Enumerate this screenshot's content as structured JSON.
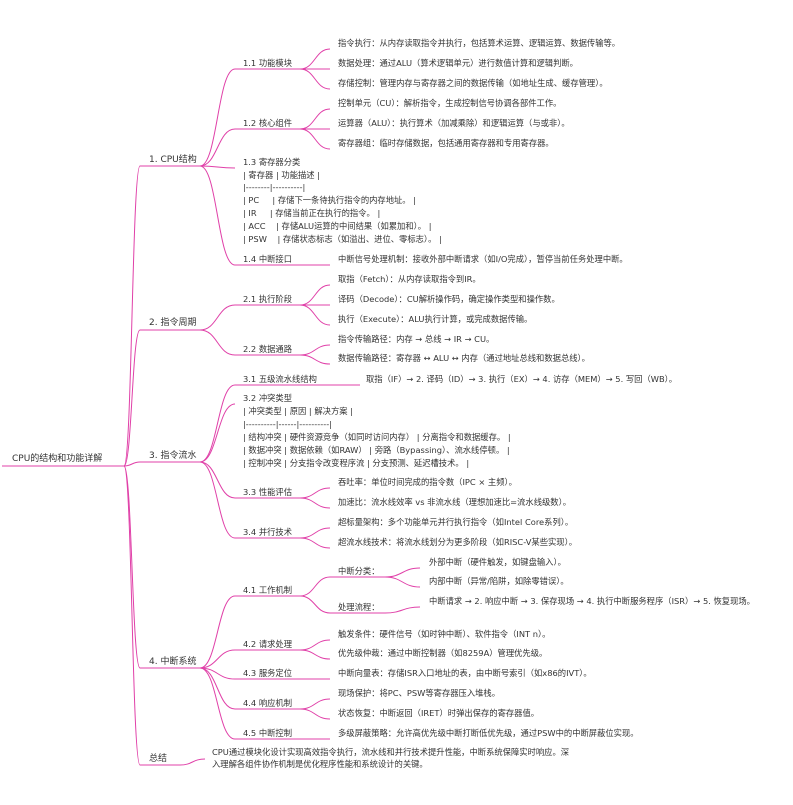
{
  "edge_color": "#e040a8",
  "text_color": "#333333",
  "root": "CPU的结构和功能详解",
  "s1": {
    "label": "1. CPU结构",
    "a": {
      "label": "1.1 功能模块",
      "i1": "指令执行：从内存读取指令并执行，包括算术运算、逻辑运算、数据传输等。",
      "i2": "数据处理：通过ALU（算术逻辑单元）进行数值计算和逻辑判断。",
      "i3": "存储控制：管理内存与寄存器之间的数据传输（如地址生成、缓存管理）。"
    },
    "b": {
      "label": "1.2 核心组件",
      "i1": "控制单元（CU）：解析指令，生成控制信号协调各部件工作。",
      "i2": "运算器（ALU）：执行算术（加减乘除）和逻辑运算（与或非）。",
      "i3": "寄存器组：临时存储数据，包括通用寄存器和专用寄存器。"
    },
    "c": {
      "lines": [
        "1.3 寄存器分类",
        "| 寄存器 | 功能描述 |",
        "|--------|----------|",
        "| PC     | 存储下一条待执行指令的内存地址。 |",
        "| IR     | 存储当前正在执行的指令。 |",
        "| ACC    | 存储ALU运算的中间结果（如累加和）。 |",
        "| PSW    | 存储状态标志（如溢出、进位、零标志）。 |"
      ]
    },
    "d": {
      "label": "1.4 中断接口",
      "i1": "中断信号处理机制：接收外部中断请求（如I/O完成），暂停当前任务处理中断。"
    }
  },
  "s2": {
    "label": "2. 指令周期",
    "a": {
      "label": "2.1 执行阶段",
      "i1": "取指（Fetch）：从内存读取指令到IR。",
      "i2": "译码（Decode）：CU解析操作码，确定操作类型和操作数。",
      "i3": "执行（Execute）：ALU执行计算，或完成数据传输。"
    },
    "b": {
      "label": "2.2 数据通路",
      "i1": "指令传输路径：内存 → 总线 → IR → CU。",
      "i2": "数据传输路径：寄存器 ↔ ALU ↔ 内存（通过地址总线和数据总线）。"
    }
  },
  "s3": {
    "label": "3. 指令流水",
    "a": {
      "label": "3.1 五级流水线结构",
      "i1": "取指（IF）→ 2. 译码（ID）→ 3. 执行（EX）→ 4. 访存（MEM）→ 5. 写回（WB）。"
    },
    "b": {
      "lines": [
        "3.2 冲突类型",
        "| 冲突类型 | 原因 | 解决方案 |",
        "|----------|------|----------|",
        "| 结构冲突 | 硬件资源竞争（如同时访问内存） | 分离指令和数据缓存。 |",
        "| 数据冲突 | 数据依赖（如RAW） | 旁路（Bypassing）、流水线停顿。 |",
        "| 控制冲突 | 分支指令改变程序流 | 分支预测、延迟槽技术。 |"
      ]
    },
    "c": {
      "label": "3.3 性能评估",
      "i1": "吞吐率：单位时间完成的指令数（IPC × 主频）。",
      "i2": "加速比：流水线效率 vs 非流水线（理想加速比=流水线级数）。"
    },
    "d": {
      "label": "3.4 并行技术",
      "i1": "超标量架构：多个功能单元并行执行指令（如Intel Core系列）。",
      "i2": "超流水线技术：将流水线划分为更多阶段（如RISC-V某些实现）。"
    }
  },
  "s4": {
    "label": "4. 中断系统",
    "a": {
      "label": "4.1 工作机制",
      "x": {
        "label": "中断分类：",
        "i1": "外部中断（硬件触发，如键盘输入）。",
        "i2": "内部中断（异常/陷阱，如除零错误）。"
      },
      "y": {
        "label": "处理流程：",
        "i1": "中断请求 → 2. 响应中断 → 3. 保存现场 → 4. 执行中断服务程序（ISR）→ 5. 恢复现场。"
      }
    },
    "b": {
      "label": "4.2 请求处理",
      "i1": "触发条件：硬件信号（如时钟中断）、软件指令（INT n）。",
      "i2": "优先级仲裁：通过中断控制器（如8259A）管理优先级。"
    },
    "c": {
      "label": "4.3 服务定位",
      "i1": "中断向量表：存储ISR入口地址的表，由中断号索引（如x86的IVT）。"
    },
    "d": {
      "label": "4.4 响应机制",
      "i1": "现场保护：将PC、PSW等寄存器压入堆栈。",
      "i2": "状态恢复：中断返回（IRET）时弹出保存的寄存器值。"
    },
    "e": {
      "label": "4.5 中断控制",
      "i1": "多级屏蔽策略：允许高优先级中断打断低优先级，通过PSW中的中断屏蔽位实现。"
    }
  },
  "s5": {
    "label": "总结",
    "text": "CPU通过模块化设计实现高效指令执行，流水线和并行技术提升性能，中断系统保障实时响应。深入理解各组件协作机制是优化程序性能和系统设计的关键。"
  }
}
